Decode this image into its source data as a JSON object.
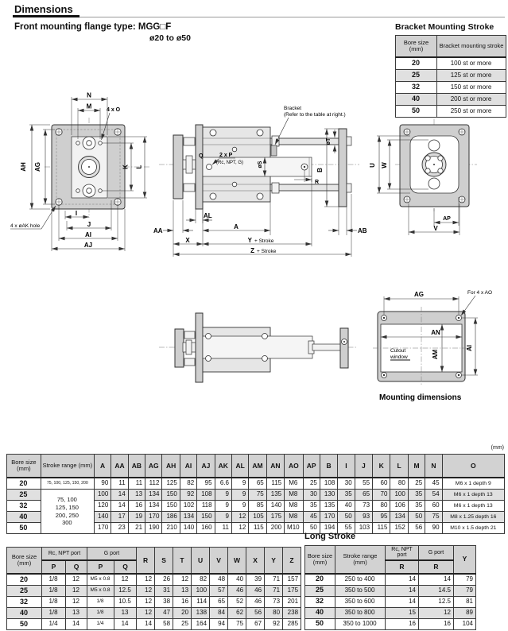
{
  "page": {
    "title": "Dimensions",
    "subtitle": "Front mounting flange type: MGG□F",
    "bore_range": "ø20 to ø50",
    "unit_note": "(mm)"
  },
  "bracket_table": {
    "title": "Bracket Mounting Stroke",
    "headers": [
      "Bore size (mm)",
      "Bracket mounting stroke"
    ],
    "rows": [
      [
        "20",
        "100 st or more"
      ],
      [
        "25",
        "125 st or more"
      ],
      [
        "32",
        "150 st or more"
      ],
      [
        "40",
        "200 st or more"
      ],
      [
        "50",
        "250 st or more"
      ]
    ]
  },
  "drawing": {
    "front": {
      "n": "N",
      "m": "M",
      "four_o": "4 x O",
      "ah": "AH",
      "ag": "AG",
      "k": "K",
      "l": "L",
      "i": "I",
      "j": "J",
      "ai": "AI",
      "aj": "AJ",
      "ak_hole": "4 x øAK hole"
    },
    "side": {
      "bracket_line1": "Bracket",
      "bracket_line2": "(Refer to the table at right.)",
      "q": "Q",
      "p": "2 x P",
      "p_sub": "(Rc, NPT, G)",
      "s": "øS",
      "b": "B",
      "r": "R",
      "t": "øT",
      "al": "AL",
      "a": "A",
      "aa": "AA",
      "ab": "AB",
      "x": "X",
      "y": "Y",
      "z": "Z",
      "stroke_suffix": "+ Stroke"
    },
    "rear": {
      "u": "U",
      "w": "W",
      "ap": "AP",
      "v": "V"
    },
    "mount": {
      "ag": "AG",
      "for_ao": "For 4 x AO",
      "an": "AN",
      "am": "AM",
      "ai": "AI",
      "cutout_line1": "Cutout",
      "cutout_line2": "window",
      "caption": "Mounting dimensions"
    }
  },
  "main_table": {
    "headers": {
      "bore": "Bore size (mm)",
      "stroke": "Stroke range (mm)",
      "cols": [
        "A",
        "AA",
        "AB",
        "AG",
        "AH",
        "AI",
        "AJ",
        "AK",
        "AL",
        "AM",
        "AN",
        "AO",
        "AP",
        "B",
        "I",
        "J",
        "K",
        "L",
        "M",
        "N",
        "O"
      ]
    },
    "rows": [
      [
        "20",
        {
          "t": "75, 100, 125, 150, 200",
          "cls": "xs"
        },
        "90",
        "11",
        "11",
        "112",
        "125",
        "82",
        "95",
        "6.6",
        "9",
        "65",
        "115",
        "M6",
        "25",
        "108",
        "30",
        "55",
        "60",
        "80",
        "25",
        "45",
        "M6 x 1 depth 9"
      ],
      [
        "25",
        {
          "t": "75, 100\n125, 150\n200, 250\n300",
          "rs": 4,
          "cls": "merged"
        },
        "100",
        "14",
        "13",
        "134",
        "150",
        "92",
        "108",
        "9",
        "9",
        "75",
        "135",
        "M8",
        "30",
        "130",
        "35",
        "65",
        "70",
        "100",
        "35",
        "54",
        "M6 x 1 depth 13"
      ],
      [
        "32",
        "120",
        "14",
        "16",
        "134",
        "150",
        "102",
        "118",
        "9",
        "9",
        "85",
        "140",
        "M8",
        "35",
        "135",
        "40",
        "73",
        "80",
        "106",
        "35",
        "60",
        "M6 x 1 depth 13"
      ],
      [
        "40",
        "140",
        "17",
        "19",
        "170",
        "186",
        "134",
        "150",
        "9",
        "12",
        "105",
        "175",
        "M8",
        "45",
        "170",
        "50",
        "93",
        "95",
        "134",
        "50",
        "75",
        "M8 x 1.25 depth 16"
      ],
      [
        "50",
        "170",
        "23",
        "21",
        "190",
        "210",
        "140",
        "160",
        "11",
        "12",
        "115",
        "200",
        "M10",
        "50",
        "194",
        "55",
        "103",
        "115",
        "152",
        "56",
        "90",
        "M10 x 1.5 depth 21"
      ]
    ]
  },
  "port_table": {
    "headers": {
      "bore": "Bore size (mm)",
      "rc": "Rc, NPT port",
      "g": "G port",
      "p": "P",
      "q": "Q",
      "cols": [
        "R",
        "S",
        "T",
        "U",
        "V",
        "W",
        "X",
        "Y",
        "Z"
      ]
    },
    "rows": [
      [
        "20",
        "1/8",
        "12",
        "M5 x 0.8",
        "12",
        "12",
        "26",
        "12",
        "82",
        "48",
        "40",
        "39",
        "71",
        "157"
      ],
      [
        "25",
        "1/8",
        "12",
        "M5 x 0.8",
        "12.5",
        "12",
        "31",
        "13",
        "100",
        "57",
        "46",
        "46",
        "71",
        "175"
      ],
      [
        "32",
        "1/8",
        "12",
        "1/8",
        "10.5",
        "12",
        "38",
        "16",
        "114",
        "65",
        "52",
        "46",
        "73",
        "201"
      ],
      [
        "40",
        "1/8",
        "13",
        "1/8",
        "13",
        "12",
        "47",
        "20",
        "138",
        "84",
        "62",
        "56",
        "80",
        "238"
      ],
      [
        "50",
        "1/4",
        "14",
        "1/4",
        "14",
        "14",
        "58",
        "25",
        "164",
        "94",
        "75",
        "67",
        "92",
        "285"
      ]
    ]
  },
  "long_stroke": {
    "title": "Long Stroke",
    "headers": {
      "bore": "Bore size (mm)",
      "stroke": "Stroke range (mm)",
      "rc": "Rc, NPT port",
      "g": "G port",
      "r": "R",
      "y": "Y"
    },
    "rows": [
      [
        "20",
        "250 to 400",
        "14",
        "14",
        "79"
      ],
      [
        "25",
        "350 to 500",
        "14",
        "14.5",
        "79"
      ],
      [
        "32",
        "350 to 600",
        "14",
        "12.5",
        "81"
      ],
      [
        "40",
        "350 to 800",
        "15",
        "12",
        "89"
      ],
      [
        "50",
        "350 to 1000",
        "16",
        "16",
        "104"
      ]
    ]
  }
}
